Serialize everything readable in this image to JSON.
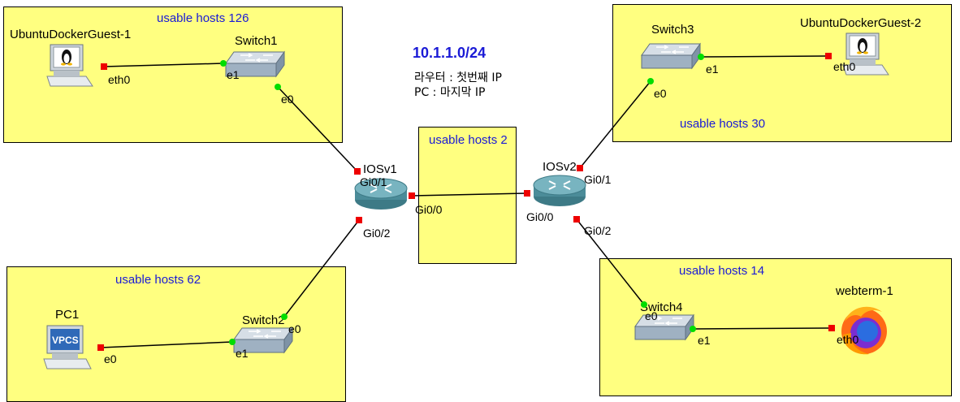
{
  "colors": {
    "zone_fill": "#ffff80",
    "zone_label": "#1a1ad6",
    "subnet_label": "#1a1ad6",
    "port_up": "#00dd00",
    "port_router": "#ee0000"
  },
  "subnet": "10.1.1.0/24",
  "notes": [
    "라우터 : 첫번째 IP",
    "PC : 마지막 IP"
  ],
  "zones": {
    "top_left": "usable hosts 126",
    "top_right": "usable hosts 30",
    "middle": "usable hosts 2",
    "bottom_left": "usable hosts 62",
    "bottom_right": "usable hosts 14"
  },
  "nodes": {
    "ubuntu1": {
      "name": "UbuntuDockerGuest-1",
      "icon": "linux-computer-icon"
    },
    "ubuntu2": {
      "name": "UbuntuDockerGuest-2",
      "icon": "linux-computer-icon"
    },
    "switch1": {
      "name": "Switch1",
      "icon": "switch-icon"
    },
    "switch2": {
      "name": "Switch2",
      "icon": "switch-icon"
    },
    "switch3": {
      "name": "Switch3",
      "icon": "switch-icon"
    },
    "switch4": {
      "name": "Switch4",
      "icon": "switch-icon"
    },
    "iosv1": {
      "name": "IOSv1",
      "icon": "router-icon"
    },
    "iosv2": {
      "name": "IOSv2",
      "icon": "router-icon"
    },
    "pc1": {
      "name": "PC1",
      "icon": "vpcs-icon",
      "badge": "VPCS"
    },
    "webterm": {
      "name": "webterm-1",
      "icon": "firefox-icon"
    }
  },
  "ports": {
    "ubuntu1_eth0": "eth0",
    "sw1_e1": "e1",
    "sw1_e0": "e0",
    "iosv1_gi01": "Gi0/1",
    "iosv1_gi00": "Gi0/0",
    "iosv1_gi02": "Gi0/2",
    "iosv2_gi01": "Gi0/1",
    "iosv2_gi00": "Gi0/0",
    "iosv2_gi02": "Gi0/2",
    "sw3_e0": "e0",
    "sw3_e1": "e1",
    "ubuntu2_eth0": "eth0",
    "sw2_e0": "e0",
    "sw2_e1": "e1",
    "pc1_e0": "e0",
    "sw4_e0": "e0",
    "sw4_e1": "e1",
    "webterm_eth0": "eth0"
  }
}
